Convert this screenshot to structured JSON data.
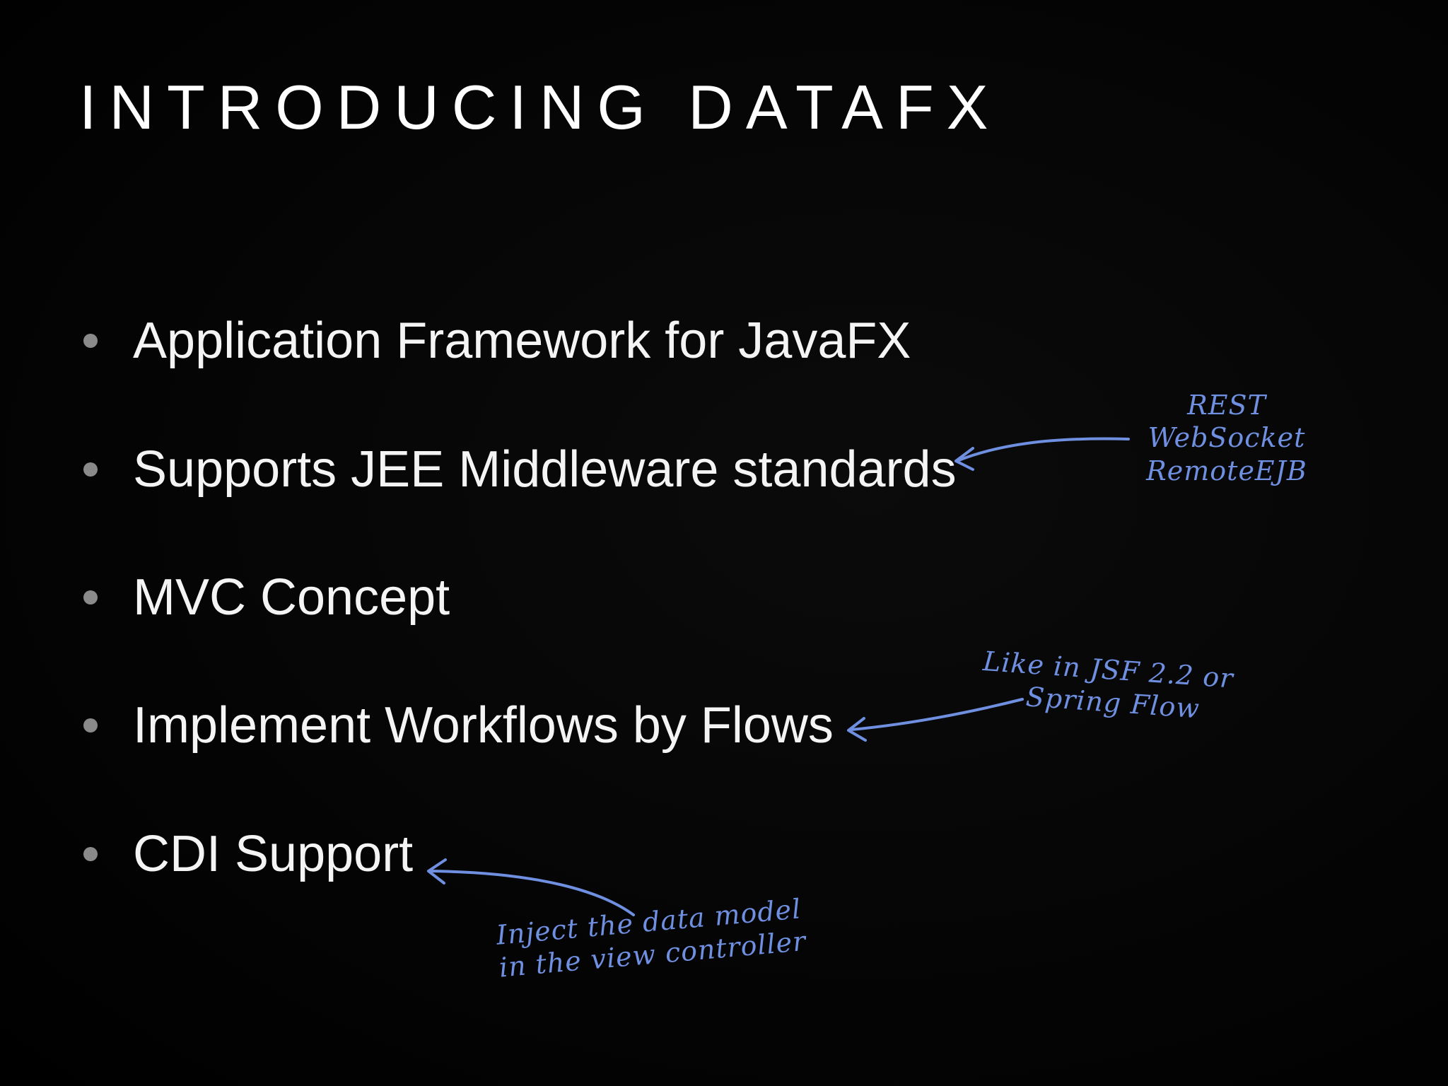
{
  "slide": {
    "title": "INTRODUCING DATAFX",
    "bullets": [
      {
        "text": "Application Framework for JavaFX"
      },
      {
        "text": "Supports JEE Middleware standards"
      },
      {
        "text": "MVC Concept"
      },
      {
        "text": "Implement Workflows by Flows"
      },
      {
        "text": "CDI Support"
      }
    ],
    "annotations": {
      "middleware": {
        "lines": [
          "REST",
          "WebSocket",
          "RemoteEJB"
        ]
      },
      "flows": {
        "lines": [
          "Like in JSF 2.2 or",
          "Spring Flow"
        ]
      },
      "cdi": {
        "lines": [
          "Inject the data model",
          "in the view controller"
        ]
      }
    }
  },
  "colors": {
    "background": "#000000",
    "text": "#f4f4f4",
    "bullet": "#8a8a8a",
    "annotation": "#6f8fe0"
  }
}
